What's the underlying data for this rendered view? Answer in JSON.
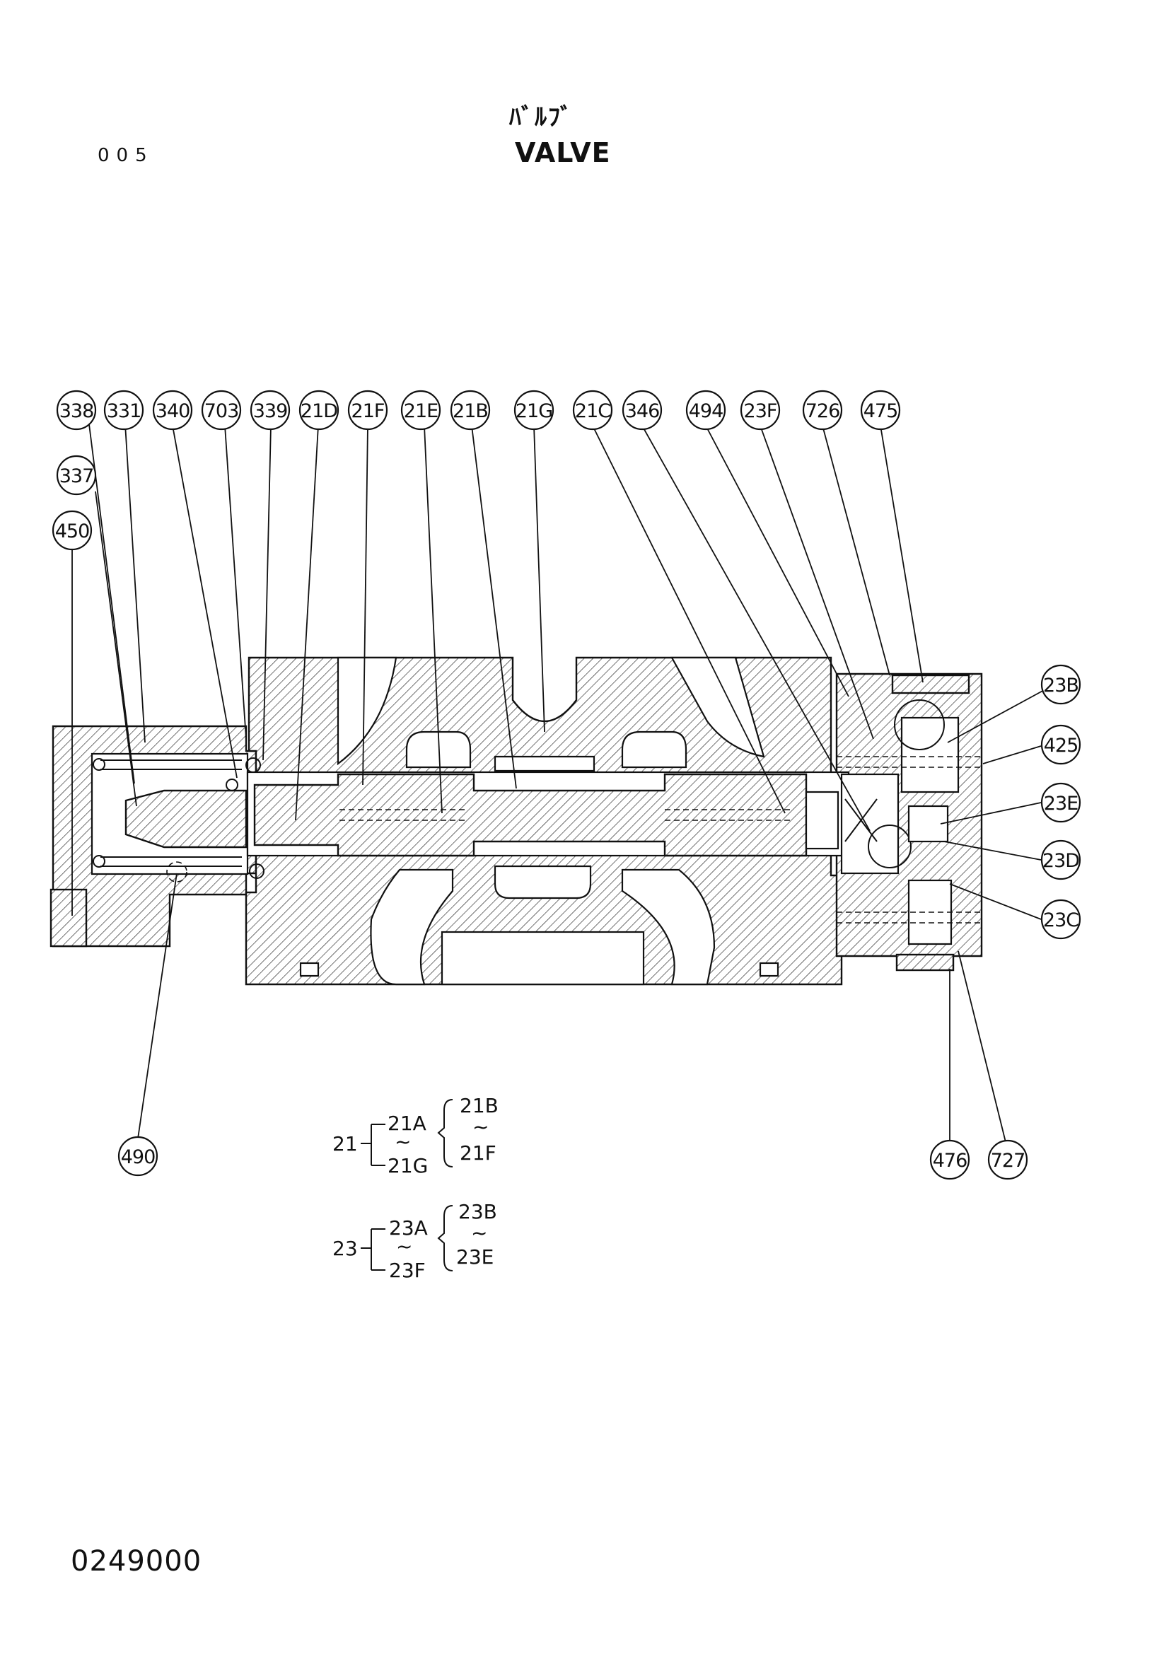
{
  "header": {
    "title_jp": "ﾊﾞﾙﾌﾞ",
    "title_en": "VALVE",
    "page_number": "005"
  },
  "footer": {
    "drawing_number": "0249000"
  },
  "callouts": {
    "top_row": [
      "338",
      "331",
      "340",
      "703",
      "339",
      "21D",
      "21F",
      "21E",
      "21B",
      "21G",
      "21C",
      "346",
      "494",
      "23F",
      "726",
      "475"
    ],
    "left_column": [
      "337",
      "450"
    ],
    "right_column": [
      "23B",
      "425",
      "23E",
      "23D",
      "23C"
    ],
    "bottom": [
      "490",
      "476",
      "727"
    ]
  },
  "legend": {
    "group_21": {
      "parent": "21",
      "range_from": "21A",
      "range_to": "21G",
      "sub_from": "21B",
      "sub_to": "21F",
      "tilde": "~"
    },
    "group_23": {
      "parent": "23",
      "range_from": "23A",
      "range_to": "23F",
      "sub_from": "23B",
      "sub_to": "23E",
      "tilde": "~"
    }
  }
}
